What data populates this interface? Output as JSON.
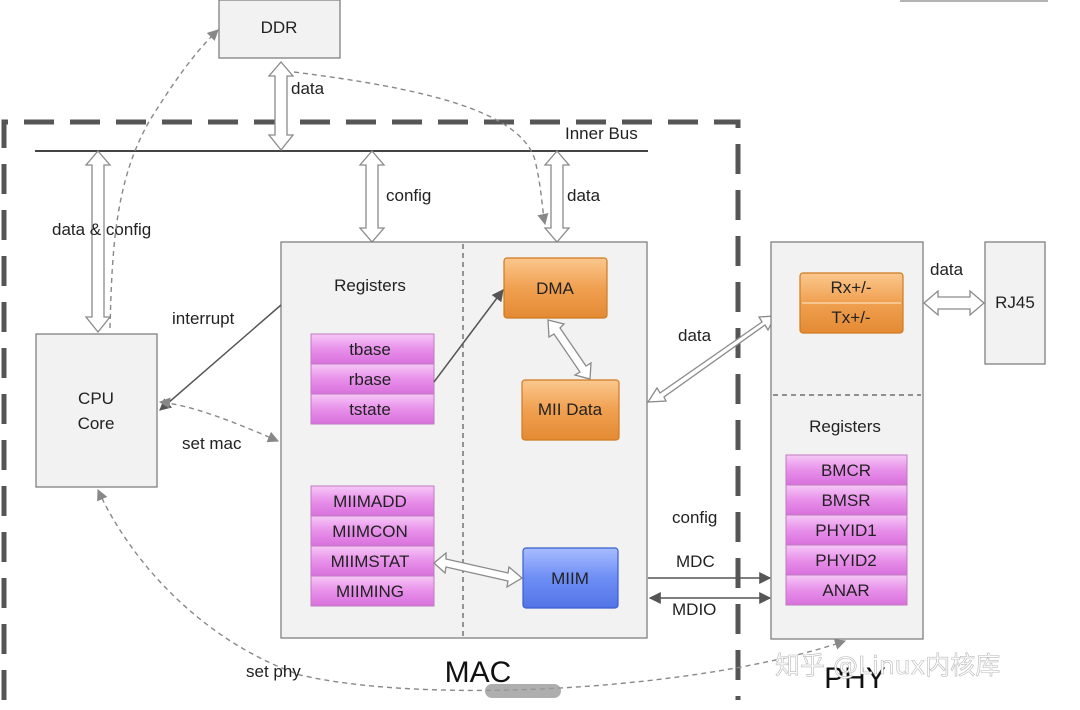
{
  "labels": {
    "ddr": "DDR",
    "data_top": "data",
    "inner_bus": "Inner Bus",
    "data_config": "data & config",
    "config_bus": "config",
    "data_bus": "data",
    "interrupt": "interrupt",
    "cpu_line1": "CPU",
    "cpu_line2": "Core",
    "set_mac": "set mac",
    "set_phy": "set phy",
    "mac": "MAC",
    "registers_mac": "Registers",
    "dma": "DMA",
    "mii_data": "MII Data",
    "miim": "MIIM",
    "data_phy": "data",
    "config_phy": "config",
    "mdc": "MDC",
    "mdio": "MDIO",
    "rx": "Rx+/-",
    "tx": "Tx+/-",
    "data_rj45": "data",
    "rj45": "RJ45",
    "registers_phy": "Registers",
    "phy": "PHY",
    "watermark": "知乎 @Linux内核库"
  },
  "mac_regs_top": [
    "tbase",
    "rbase",
    "tstate"
  ],
  "mac_regs_bottom": [
    "MIIMADD",
    "MIIMCON",
    "MIIMSTAT",
    "MIIMING"
  ],
  "phy_regs": [
    "BMCR",
    "BMSR",
    "PHYID1",
    "PHYID2",
    "ANAR"
  ],
  "colors": {
    "register_pink": "#e890ea",
    "block_orange": "#f0a050",
    "block_blue": "#6e8ef5",
    "box_fill": "#f2f2f2"
  }
}
